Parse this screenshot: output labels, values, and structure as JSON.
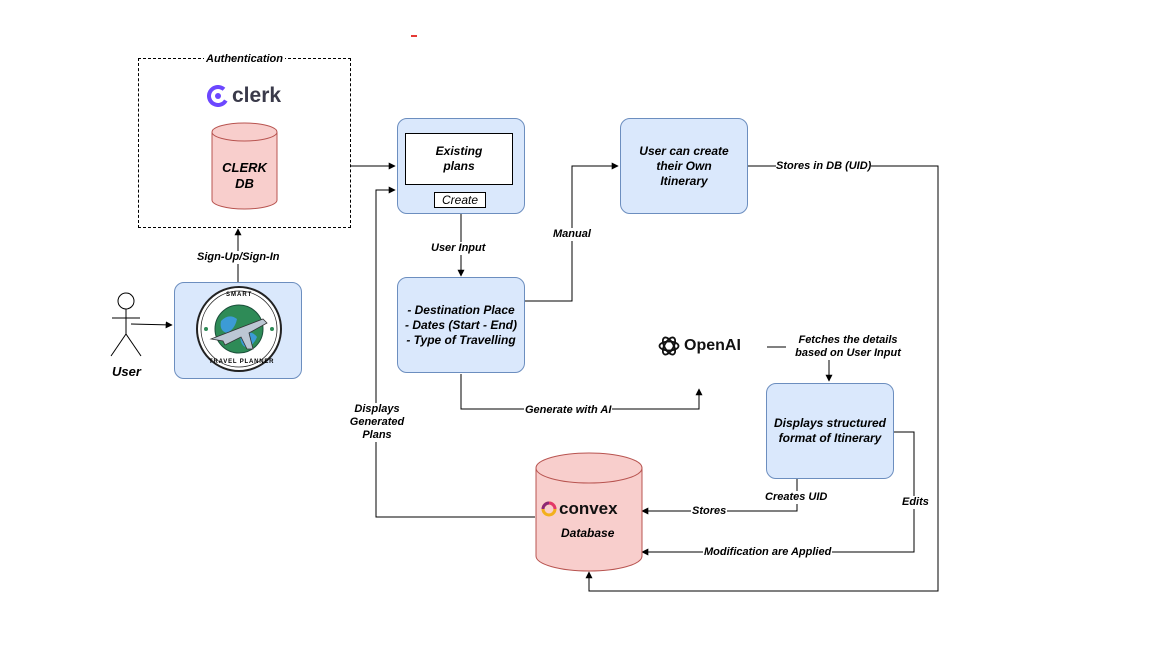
{
  "auth": {
    "title": "Authentication",
    "clerk_logo": "clerk",
    "db_label_1": "CLERK",
    "db_label_2": "DB"
  },
  "user": {
    "label": "User"
  },
  "smart_logo": {
    "top_text": "SMART",
    "bottom_text": "TRAVEL PLANNER"
  },
  "plans": {
    "existing_1": "Existing",
    "existing_2": "plans",
    "create": "Create"
  },
  "input": {
    "line1": "- Destination Place",
    "line2": "- Dates (Start - End)",
    "line3": "- Type of Travelling"
  },
  "own_itinerary": {
    "line1": "User can create",
    "line2": "their Own",
    "line3": "Itinerary"
  },
  "openai": {
    "label": "OpenAI"
  },
  "structured": {
    "line1": "Displays structured",
    "line2": "format of Itinerary"
  },
  "convex": {
    "logo": "convex",
    "label": "Database"
  },
  "edges": {
    "signup": "Sign-Up/Sign-In",
    "user_input": "User Input",
    "manual": "Manual",
    "stores_uid": "Stores in DB (UID)",
    "fetches_1": "Fetches the details",
    "fetches_2": "based on User Input",
    "generate_ai": "Generate with AI",
    "displays_1": "Displays",
    "displays_2": "Generated",
    "displays_3": "Plans",
    "creates_uid": "Creates UID",
    "stores": "Stores",
    "edits": "Edits",
    "modification": "Modification are Applied"
  },
  "colors": {
    "box_fill": "#dae8fc",
    "box_stroke": "#6c8ebf",
    "db_fill": "#f8cecc",
    "db_stroke": "#b85450",
    "clerk_purple": "#6c47ff"
  }
}
